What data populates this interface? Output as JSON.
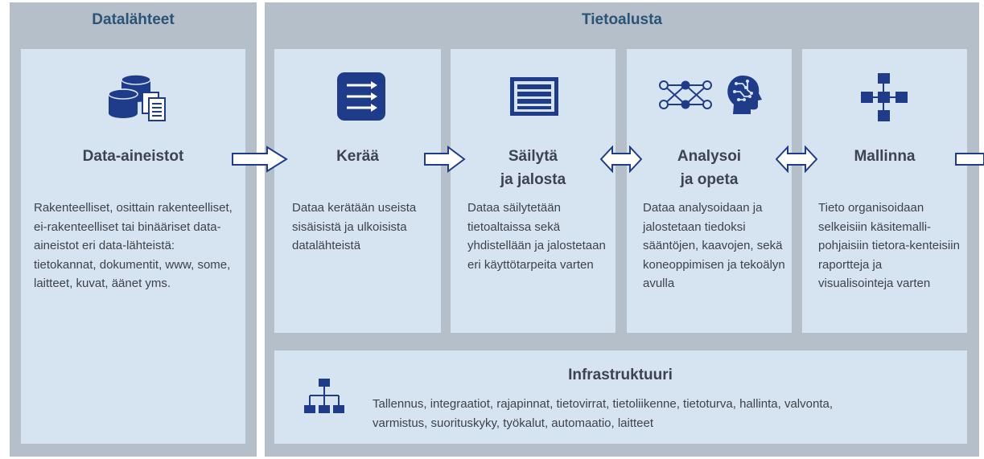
{
  "sources": {
    "header": "Datalähteet",
    "card": {
      "title": "Data-aineistot",
      "desc": "Rakenteelliset, osittain rakenteelliset, ei-rakenteelliset tai binääriset data-aineistot eri data-lähteistä: tietokannat, dokumentit, www, some, laitteet, kuvat, äänet yms.",
      "icon": "database-documents-icon"
    }
  },
  "platform": {
    "header": "Tietoalusta",
    "cards": [
      {
        "title_line1": "Kerää",
        "title_line2": "",
        "icon": "collect-arrows-icon",
        "desc": "Dataa kerätään useista sisäisistä ja ulkoisista datalähteistä"
      },
      {
        "title_line1": "Säilytä",
        "title_line2": "ja jalosta",
        "icon": "storage-icon",
        "desc": "Dataa säilytetään tietoaltaissa sekä yhdistellään ja jalostetaan eri käyttötarpeita varten"
      },
      {
        "title_line1": "Analysoi",
        "title_line2": "ja opeta",
        "icon": "neural-network-icon",
        "desc": "Dataa analysoidaan ja jalostetaan tiedoksi sääntöjen, kaavojen, sekä koneoppimisen ja tekoälyn avulla"
      },
      {
        "title_line1": "Mallinna",
        "title_line2": "",
        "icon": "model-structure-icon",
        "desc": "Tieto organisoidaan selkeisiin käsitemalli-pohjaisiin tietora-kenteisiin raportteja ja visualisointeja varten"
      }
    ],
    "infrastructure": {
      "title": "Infrastruktuuri",
      "icon": "hierarchy-icon",
      "line1": "Tallennus, integraatiot, rajapinnat, tietovirrat, tietoliikenne, tietoturva, hallinta, valvonta,",
      "line2": "varmistus, suorituskyky, työkalut, automaatio, laitteet"
    }
  },
  "colors": {
    "panel": "#b4bfca",
    "card": "#d6e3f0",
    "icon_navy": "#1f3c8a",
    "header_text": "#2b5375"
  }
}
